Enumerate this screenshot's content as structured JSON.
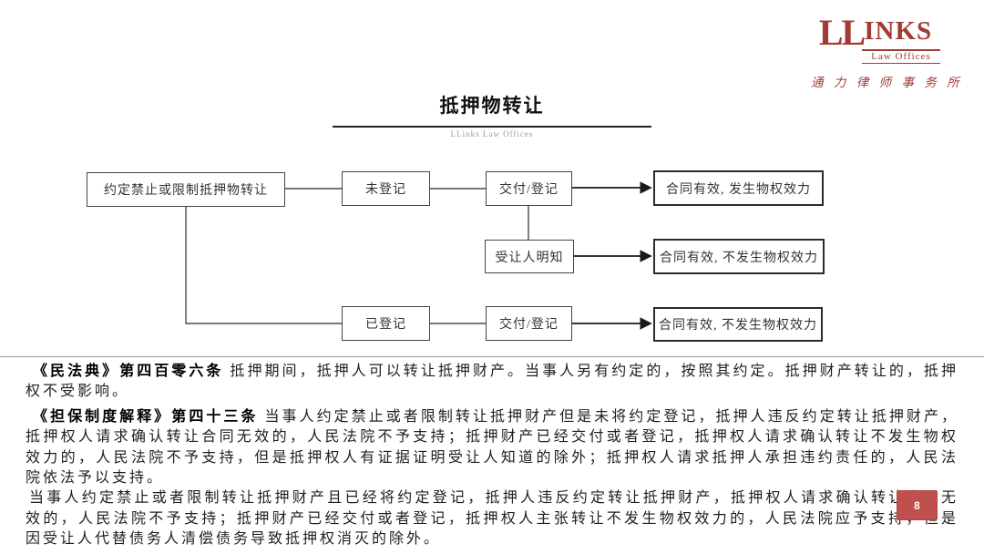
{
  "logo": {
    "name_en_ll": "LL",
    "name_en_inks": "INKS",
    "sub_en": "Law Offices",
    "name_cn": "通 力 律 师 事 务 所"
  },
  "header": {
    "title": "抵押物转让",
    "subtitle": "LLinks Law Offices"
  },
  "flowchart": {
    "nodes": {
      "restrict": "约定禁止或限制抵押物转让",
      "unregistered": "未登记",
      "delivery_top": "交付/登记",
      "result_valid_effect": "合同有效, 发生物权效力",
      "transferee_knows": "受让人明知",
      "result_valid_no_effect_mid": "合同有效, 不发生物权效力",
      "registered": "已登记",
      "delivery_bottom": "交付/登记",
      "result_valid_no_effect_bottom": "合同有效, 不发生物权效力"
    }
  },
  "legal": {
    "paragraphs": [
      {
        "lead": "《民法典》第四百零六条",
        "body": "抵押期间，抵押人可以转让抵押财产。当事人另有约定的，按照其约定。抵押财产转让的，抵押权不受影响。"
      },
      {
        "lead": "《担保制度解释》第四十三条",
        "body": "当事人约定禁止或者限制转让抵押财产但是未将约定登记，抵押人违反约定转让抵押财产，抵押权人请求确认转让合同无效的，人民法院不予支持；抵押财产已经交付或者登记，抵押权人请求确认转让不发生物权效力的，人民法院不予支持，但是抵押权人有证据证明受让人知道的除外；抵押权人请求抵押人承担违约责任的，人民法院依法予以支持。"
      },
      {
        "lead": "",
        "body": "当事人约定禁止或者限制转让抵押财产且已经将约定登记，抵押人违反约定转让抵押财产，抵押权人请求确认转让合同无效的，人民法院不予支持；抵押财产已经交付或者登记，抵押权人主张转让不发生物权效力的，人民法院应予支持，但是因受让人代替债务人清偿债务导致抵押权消灭的除外。"
      }
    ]
  },
  "page": {
    "number": "8"
  },
  "colors": {
    "brand_red": "#A33B32",
    "badge_red": "#C0504D"
  }
}
